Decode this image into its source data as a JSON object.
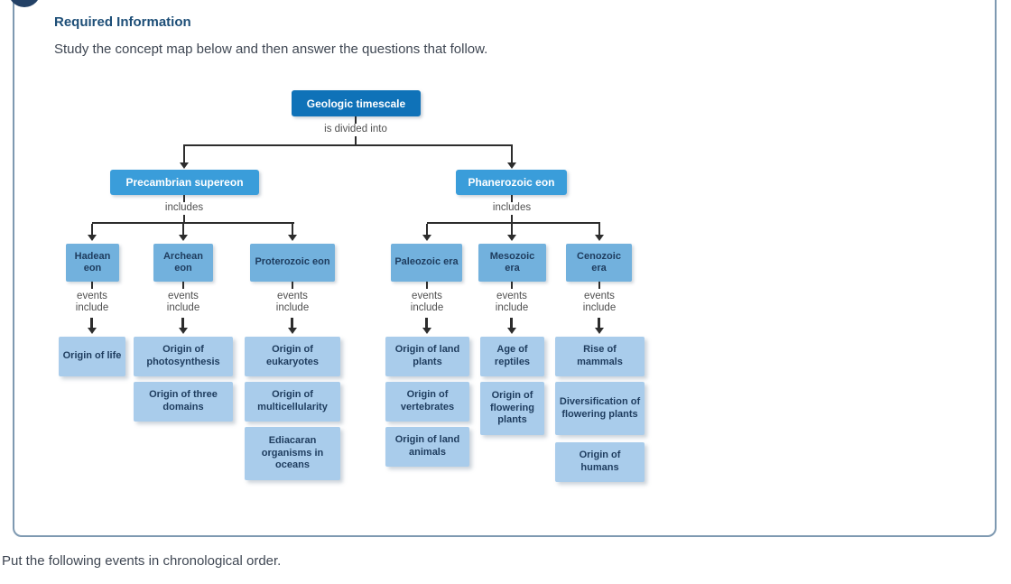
{
  "page": {
    "heading": "Required Information",
    "instruction": "Study the concept map below and then answer the questions that follow.",
    "footer_question": "Put the following events in chronological order."
  },
  "colors": {
    "root_box": "#0f72b8",
    "branch_box": "#3a9dda",
    "node_box": "#72b1dd",
    "event_box": "#a9cceb",
    "box_text_dark": "#1e3c5e",
    "box_text_light": "#ffffff",
    "connector_line": "#2d2d2d",
    "connector_label": "#4f4f4f",
    "panel_border": "#7e99b1",
    "heading_text": "#1d4e77",
    "body_text": "#3f4753",
    "badge": "#234166"
  },
  "concept_map": {
    "root_label": "Geologic timescale",
    "divided_label": "is divided into",
    "includes_label": "includes",
    "events_label": "events include",
    "branches": [
      {
        "label": "Precambrian supereon",
        "children": [
          {
            "label": "Hadean eon",
            "events": [
              "Origin of life"
            ]
          },
          {
            "label": "Archean eon",
            "events": [
              "Origin of photosynthesis",
              "Origin of three domains"
            ]
          },
          {
            "label": "Proterozoic eon",
            "events": [
              "Origin of eukaryotes",
              "Origin of multicellularity",
              "Ediacaran organisms in oceans"
            ]
          }
        ]
      },
      {
        "label": "Phanerozoic eon",
        "children": [
          {
            "label": "Paleozoic era",
            "events": [
              "Origin of land plants",
              "Origin of vertebrates",
              "Origin of land animals"
            ]
          },
          {
            "label": "Mesozoic era",
            "events": [
              "Age of reptiles",
              "Origin of flowering plants"
            ]
          },
          {
            "label": "Cenozoic era",
            "events": [
              "Rise of mammals",
              "Diversification of flowering plants",
              "Origin of humans"
            ]
          }
        ]
      }
    ]
  }
}
